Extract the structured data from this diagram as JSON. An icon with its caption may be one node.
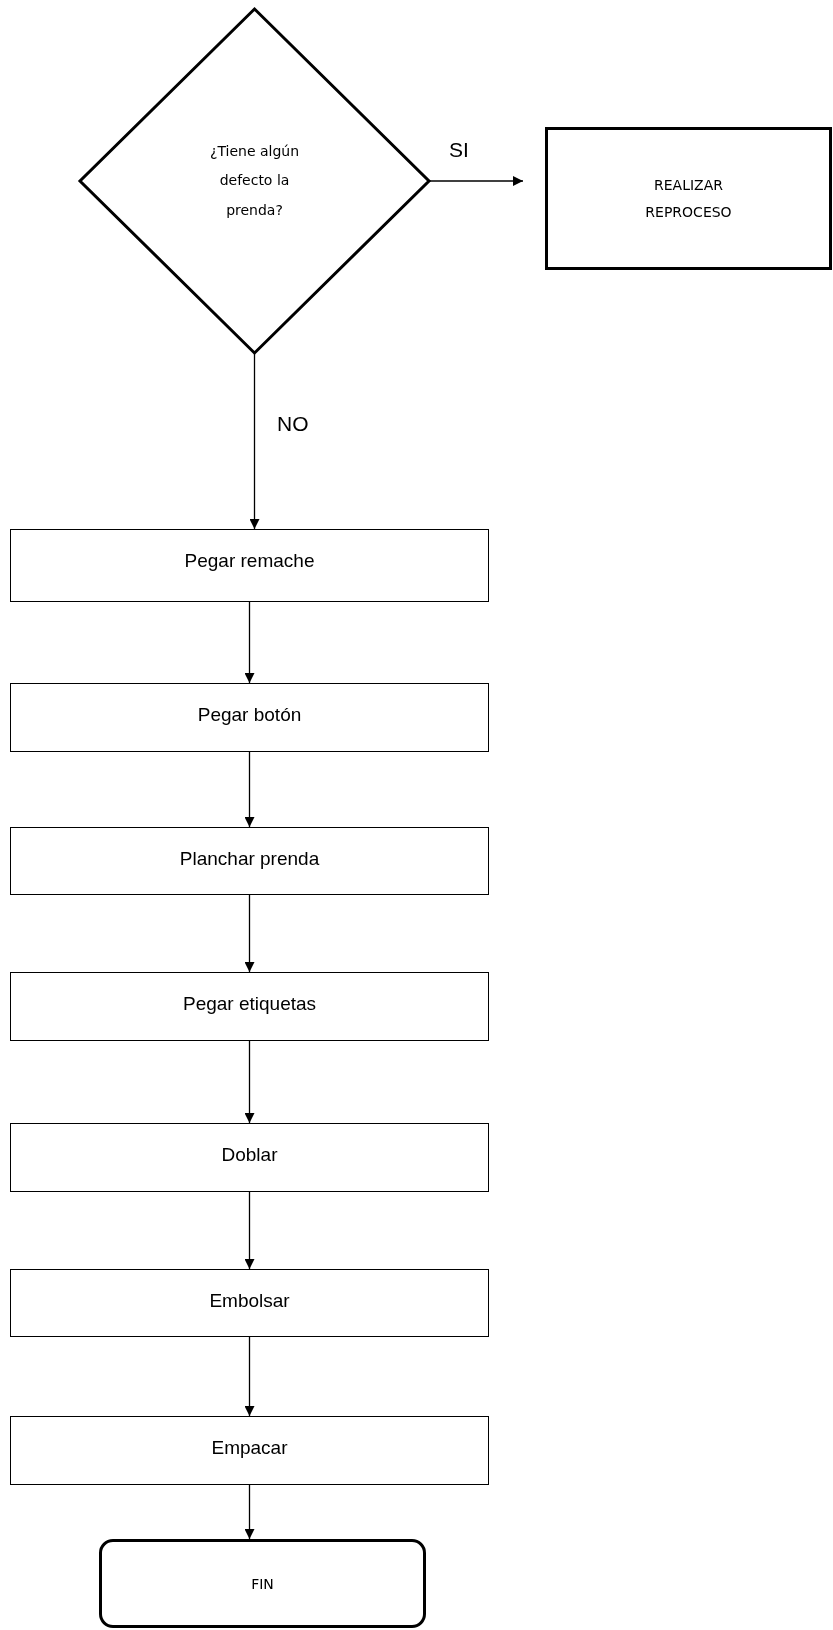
{
  "diagram": {
    "nodes": [
      {
        "text": [
          "¿Tiene algún defecto la prenda?"
        ]
      },
      {
        "text": [
          "REALIZAR REPROCESO"
        ]
      },
      {
        "text": [
          "Pegar remache"
        ]
      },
      {
        "text": [
          "Pegar botón"
        ]
      },
      {
        "text": [
          "Planchar prenda"
        ]
      },
      {
        "text": [
          "Pegar etiquetas"
        ]
      },
      {
        "text": [
          "Doblar"
        ]
      },
      {
        "text": [
          "Embolsar"
        ]
      },
      {
        "text": [
          "Empacar"
        ]
      },
      {
        "text": [
          "FIN"
        ]
      }
    ],
    "edges": [
      {
        "from": 0,
        "to": 1,
        "arrow": "to",
        "label": "SI"
      },
      {
        "from": 0,
        "to": 2,
        "arrow": "to",
        "label": "NO"
      },
      {
        "from": 2,
        "to": 3,
        "arrow": "to"
      },
      {
        "from": 3,
        "to": 4,
        "arrow": "to"
      },
      {
        "from": 4,
        "to": 5,
        "arrow": "to"
      },
      {
        "from": 5,
        "to": 6,
        "arrow": "to"
      },
      {
        "from": 6,
        "to": 7,
        "arrow": "to"
      },
      {
        "from": 7,
        "to": 8,
        "arrow": "to"
      },
      {
        "from": 8,
        "to": 9,
        "arrow": "to"
      }
    ]
  }
}
